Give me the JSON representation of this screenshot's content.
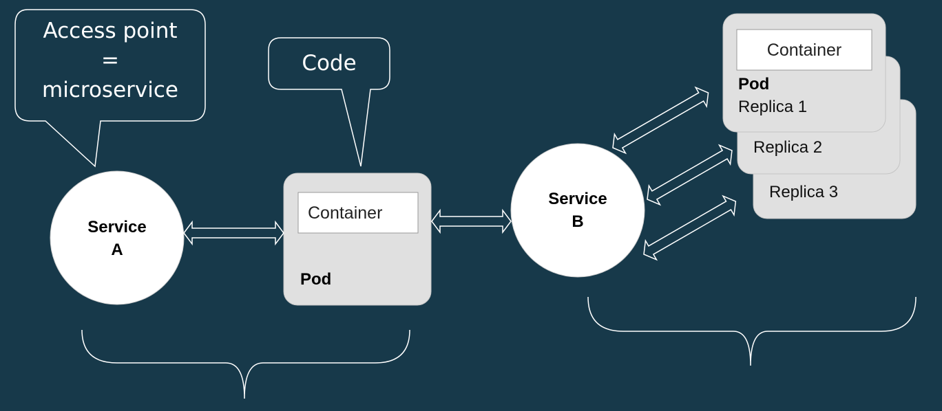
{
  "callouts": {
    "access_point": {
      "lines": [
        "Access point",
        "=",
        "microservice"
      ]
    },
    "code": {
      "text": "Code"
    }
  },
  "services": {
    "a": {
      "lines": [
        "Service",
        "A"
      ]
    },
    "b": {
      "lines": [
        "Service",
        "B"
      ]
    }
  },
  "pod_left": {
    "container_label": "Container",
    "pod_label": "Pod"
  },
  "pod_stack": {
    "container_label": "Container",
    "pod_label": "Pod",
    "replicas": [
      "Replica 1",
      "Replica 2",
      "Replica 3"
    ]
  },
  "colors": {
    "background": "#17394a",
    "circle_fill": "#ffffff",
    "pod_fill": "#e0e0e0",
    "container_fill": "#ffffff",
    "line": "#ffffff"
  }
}
